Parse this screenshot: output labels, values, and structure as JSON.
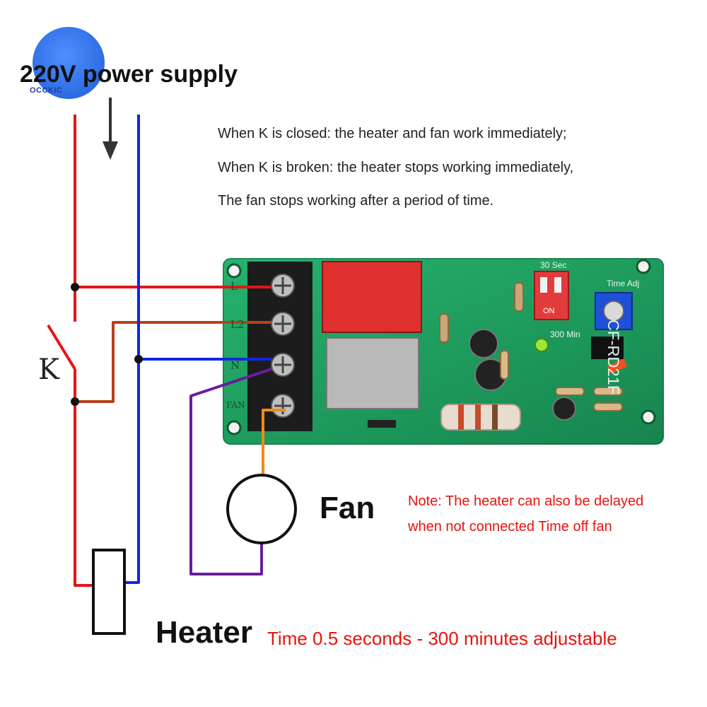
{
  "header": {
    "title": "220V power supply",
    "logo_text": "OCCKIC"
  },
  "description": {
    "line1": "When K is closed: the heater and fan work immediately;",
    "line2": "When K is broken: the heater stops working immediately,",
    "line3": "The fan stops working after a period of time."
  },
  "note": {
    "line1": "Note: The heater can also be delayed",
    "line2": "when not connected Time off fan"
  },
  "labels": {
    "switch": "K",
    "fan": "Fan",
    "heater": "Heater",
    "time_range": "Time 0.5 seconds - 300 minutes adjustable"
  },
  "board": {
    "model": "CF-RD21F",
    "terminals": [
      "L",
      "L2",
      "N",
      "FAN"
    ],
    "time_adjust": "Time Adj",
    "sec": "30 Sec",
    "min": "300 Min",
    "dip_on": "ON"
  },
  "colors": {
    "live": "#e81313",
    "neutral": "#1028e0",
    "switched": "#b8401a",
    "fan_neutral": "#6a1c9e",
    "fan_live": "#f08a1c",
    "pcb": "#1f9a5a"
  }
}
